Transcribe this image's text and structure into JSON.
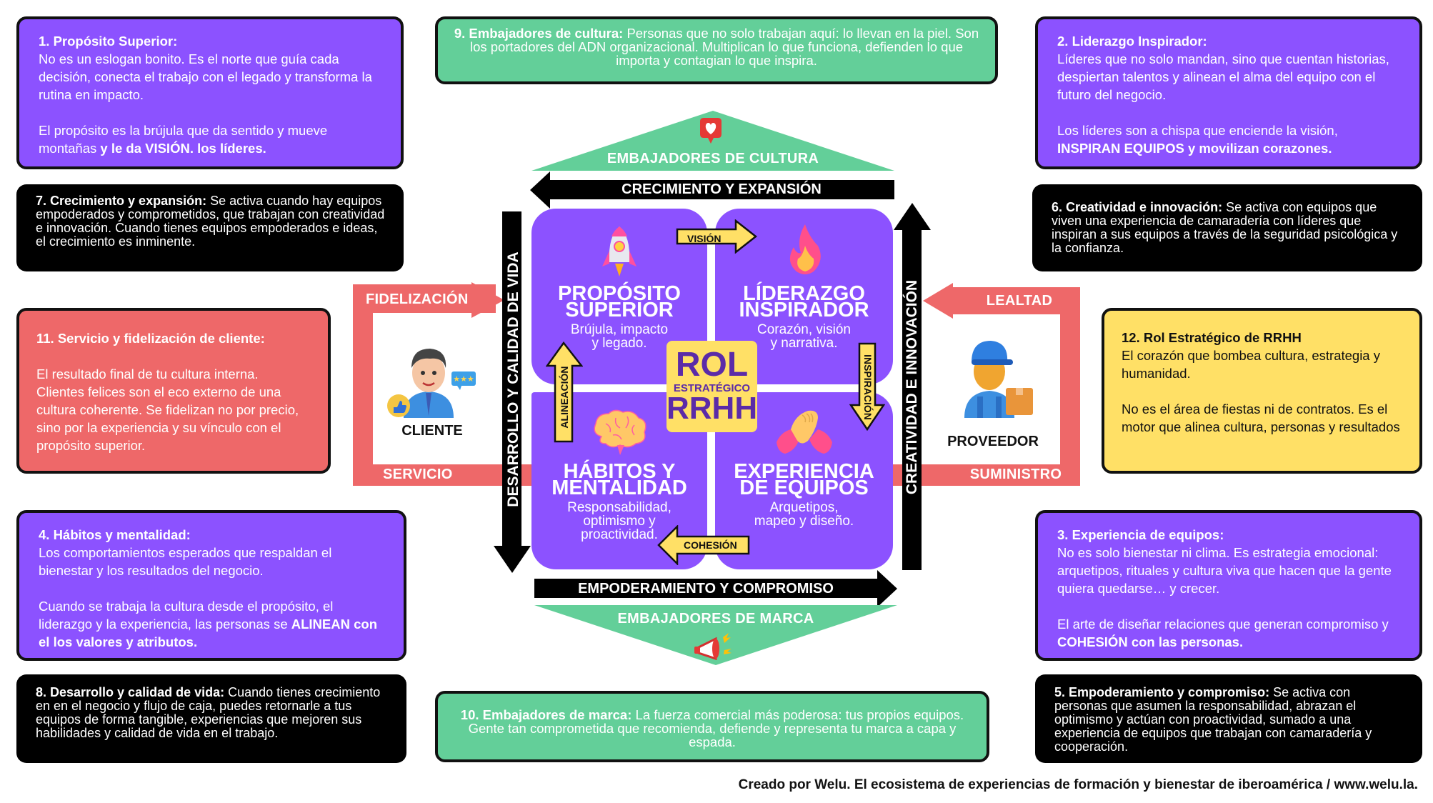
{
  "cards": {
    "c1": {
      "title": "1. Propósito Superior:",
      "p1": "No es un eslogan bonito. Es el norte que guía cada decisión, conecta el trabajo con el legado y transforma la rutina en impacto.",
      "p2_plain": "El propósito es la brújula que da sentido y mueve montañas ",
      "p2_bold": "y le da VISIÓN. los líderes."
    },
    "c2": {
      "title": "2. Liderazgo Inspirador:",
      "p1": "Líderes que no solo mandan, sino que cuentan historias, despiertan talentos y alinean el alma del equipo con el futuro del negocio.",
      "p2_plain": "Los líderes son a chispa que enciende la visión, ",
      "p2_bold": "INSPIRAN EQUIPOS y movilizan corazones."
    },
    "c3": {
      "title": "3. Experiencia de equipos:",
      "p1": "No es solo bienestar ni clima. Es estrategia emocional: arquetipos, rituales y cultura viva que hacen que la gente quiera quedarse… y crecer.",
      "p2_plain": "El arte de diseñar relaciones que generan compromiso y ",
      "p2_bold": "COHESIÓN con las personas."
    },
    "c4": {
      "title": "4. Hábitos y mentalidad:",
      "p1": "Los comportamientos esperados que respaldan el bienestar y los resultados del negocio.",
      "p2_plain": "Cuando se trabaja la cultura desde el propósito, el liderazgo y la experiencia, las personas se ",
      "p2_bold": "ALINEAN con el los valores y atributos."
    },
    "c5": {
      "title": "5. Empoderamiento y compromiso:",
      "body": " Se activa con personas que asumen la responsabilidad, abrazan el optimismo y actúan con proactividad, sumado a una experiencia de equipos que trabajan con camaradería y cooperación."
    },
    "c6": {
      "title": "6. Creatividad e innovación:",
      "body": " Se activa con equipos que viven una experiencia de camaradería con líderes que inspiran a sus equipos a través de la seguridad psicológica y la confianza."
    },
    "c7": {
      "title": "7. Crecimiento y expansión:",
      "body": " Se activa cuando hay equipos empoderados y comprometidos, que trabajan con creatividad e innovación. Cuando tienes equipos empoderados e ideas, el crecimiento es inminente."
    },
    "c8": {
      "title": "8. Desarrollo y calidad de vida:",
      "body": " Cuando tienes crecimiento en en el negocio y flujo de caja, puedes retornarle a tus equipos de forma tangible, experiencias que mejoren sus habilidades y calidad de vida en el trabajo."
    },
    "c9": {
      "title": "9. Embajadores de cultura:",
      "body": " Personas que no solo trabajan aquí: lo llevan en la piel. Son los portadores del ADN organizacional. Multiplican lo que funciona, defienden lo que importa y contagian lo que inspira."
    },
    "c10": {
      "title": "10. Embajadores de marca:",
      "body": " La fuerza comercial más poderosa: tus propios equipos. Gente tan comprometida que recomienda, defiende y representa tu marca a capa y espada."
    },
    "c11": {
      "title": "11. Servicio y fidelización de cliente:",
      "p1": "El resultado final de tu cultura interna. Clientes felices son el eco externo de una cultura coherente. Se fidelizan no por precio, sino por la experiencia y su vínculo con el propósito superior."
    },
    "c12": {
      "title": "12. Rol Estratégico de RRHH",
      "p1": "El corazón que bombea cultura, estrategia y humanidad.",
      "p2": "No es el área de fiestas ni de contratos. Es el motor que alinea cultura, personas y resultados"
    }
  },
  "diagram": {
    "top_triangle": "EMBAJADORES DE CULTURA",
    "bottom_triangle": "EMBAJADORES DE MARCA",
    "top_bar": "CRECIMIENTO Y EXPANSIÓN",
    "bottom_bar": "EMPODERAMIENTO Y COMPROMISO",
    "left_bar": "DESARROLLO Y CALIDAD DE VIDA",
    "right_bar": "CREATIVIDAD E INNOVACIÓN",
    "quadrants": [
      {
        "title1": "PROPÓSITO",
        "title2": "SUPERIOR",
        "sub1": "Brújula, impacto",
        "sub2": "y legado.",
        "icon": "rocket-icon"
      },
      {
        "title1": "LÍDERAZGO",
        "title2": "INSPIRADOR",
        "sub1": "Corazón, visión",
        "sub2": "y narrativa.",
        "icon": "flame-icon"
      },
      {
        "title1": "HÁBITOS Y",
        "title2": "MENTALIDAD",
        "sub1": "Responsabilidad,",
        "sub2": "optimismo y",
        "sub3": "proactividad.",
        "icon": "brain-icon"
      },
      {
        "title1": "EXPERIENCIA",
        "title2": "DE EQUIPOS",
        "sub1": "Arquetipos,",
        "sub2": "mapeo y diseño.",
        "icon": "handshake-icon"
      }
    ],
    "center": {
      "line1": "ROL",
      "line2": "ESTRATÉGICO",
      "line3": "RRHH"
    },
    "arrows": {
      "vision": "VISIÓN",
      "inspiracion": "INSPIRACIÓN",
      "cohesion": "COHESIÓN",
      "alineacion": "ALINEACIÓN"
    },
    "left_frame": {
      "top": "FIDELIZACIÓN",
      "bottom": "SERVICIO",
      "person": "CLIENTE"
    },
    "right_frame": {
      "top": "LEALTAD",
      "bottom": "SUMINISTRO",
      "person": "PROVEEDOR"
    }
  },
  "footer": "Creado por Welu. El ecosistema de experiencias de formación y bienestar de iberoamérica / www.welu.la.",
  "colors": {
    "purple": "#8c52ff",
    "green": "#63cf99",
    "red": "#ee6869",
    "yellow": "#ffe066",
    "black": "#000000",
    "dark_purple": "#5b2ba8"
  }
}
